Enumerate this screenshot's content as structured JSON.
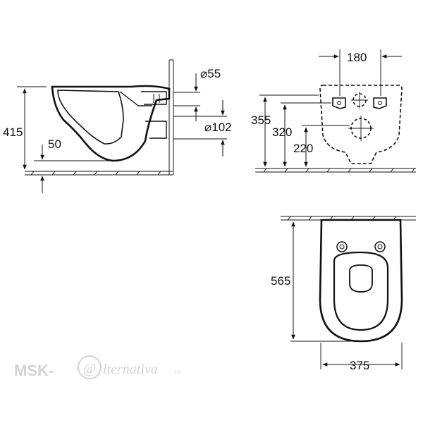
{
  "side_view": {
    "dim_height": "415",
    "dim_min_height": "50",
    "dim_inlet": "⌀55",
    "dim_outlet": "⌀102"
  },
  "rear_view": {
    "dim_bolt_spacing": "180",
    "dim_355": "355",
    "dim_320": "320",
    "dim_220": "220"
  },
  "top_view": {
    "dim_depth": "565",
    "dim_width": "375"
  },
  "watermark": {
    "prefix": "MSK-",
    "at_sign": "@",
    "suffix": "lternativa",
    "tld": ".ru"
  },
  "colors": {
    "line": "#111111",
    "watermark": "#d3d3d3"
  }
}
